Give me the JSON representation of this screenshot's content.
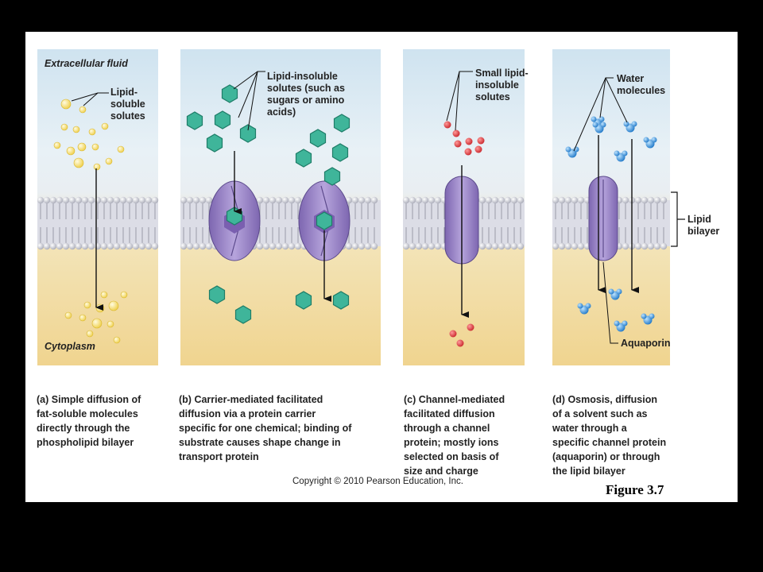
{
  "labels": {
    "extracellular_fluid": "Extracellular fluid",
    "cytoplasm": "Cytoplasm",
    "lipid_soluble": "Lipid-\nsoluble\nsolutes",
    "lipid_insoluble": "Lipid-insoluble\nsolutes (such as\nsugars or amino\nacids)",
    "small_lipid_insoluble": "Small lipid-\ninsoluble\nsolutes",
    "water_molecules": "Water\nmolecules",
    "lipid_bilayer": "Lipid\nbilayer",
    "aquaporin": "Aquaporin"
  },
  "captions": {
    "a": {
      "letter": "(a)",
      "title": "Simple diffusion",
      "text": " of\nfat-soluble molecules\ndirectly through the\nphospholipid bilayer"
    },
    "b": {
      "letter": "(b)",
      "title": "Carrier-mediated facilitated\ndiffusion",
      "text": " via a protein carrier\nspecific for one chemical; binding of\nsubstrate causes shape change in\ntransport protein"
    },
    "c": {
      "letter": "(c)",
      "title": "Channel-mediated\nfacilitated diffusion",
      "text": "\nthrough a channel\nprotein; mostly ions\nselected on basis of\nsize and charge"
    },
    "d": {
      "letter": "(d)",
      "title": "Osmosis",
      "text": ", diffusion\nof a solvent such as\nwater through a\nspecific channel protein\n(aquaporin) or through\nthe lipid bilayer"
    }
  },
  "copyright": "Copyright © 2010 Pearson Education, Inc.",
  "figure_label": "Figure 3.7",
  "colors": {
    "background": "#000000",
    "slide": "#ffffff",
    "extracellular": "#d9ebf5",
    "cytoplasm": "#f2d89a",
    "protein": "#9a84c4",
    "lipid_solute": "#f5dc6a",
    "insoluble_solute": "#3fb59a",
    "ion": "#e0474c",
    "water": "#2f8fd6"
  }
}
